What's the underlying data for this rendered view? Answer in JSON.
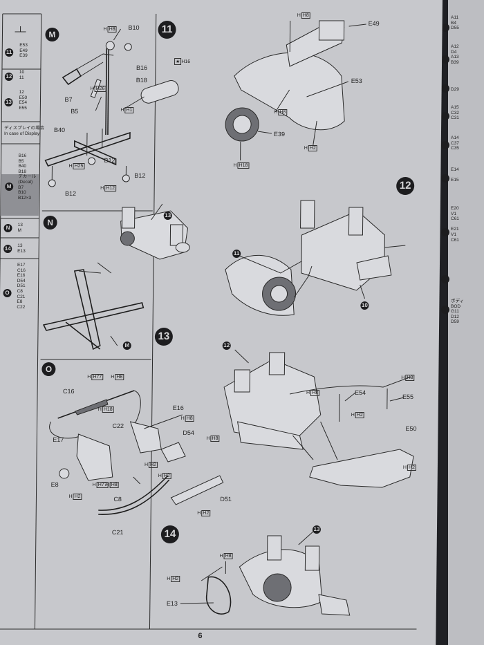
{
  "page_number": "6",
  "sidebar": {
    "rows": [
      {
        "step": "11",
        "parts": [
          "E53",
          "E49",
          "E39"
        ]
      },
      {
        "step": "12",
        "parts": [
          "10",
          "11"
        ]
      },
      {
        "step": "13",
        "parts": [
          "12",
          "E50",
          "E54",
          "E55"
        ]
      },
      {
        "display_title_jp": "ディスプレイの場合",
        "display_title_en": "In case of Display"
      },
      {
        "step": "M",
        "parts": [
          "B16",
          "B5",
          "B40",
          "B18",
          "デカール",
          "(Decal)",
          "B7",
          "B10",
          "B12×3"
        ]
      },
      {
        "step": "N",
        "parts": [
          "13",
          "M"
        ]
      },
      {
        "step": "14",
        "parts": [
          "13",
          "E13"
        ]
      },
      {
        "step": "O",
        "parts": [
          "E17",
          "C16",
          "E16",
          "D54",
          "D51",
          "C8",
          "C21",
          "E8",
          "C22"
        ]
      }
    ]
  },
  "right_page": {
    "rows": [
      {
        "parts": [
          "A11",
          "B4",
          "D55"
        ]
      },
      {
        "parts": [
          "A12",
          "D4",
          "A13",
          "B39"
        ]
      },
      {
        "parts": [
          "D29"
        ]
      },
      {
        "parts": [
          "A15",
          "C32",
          "C31"
        ]
      },
      {
        "parts": [
          "A14",
          "C37",
          "C35"
        ]
      },
      {
        "parts": [
          "E14",
          "E15"
        ]
      },
      {
        "parts": [
          "E20",
          "V1",
          "C61",
          "E21",
          "V1",
          "C61"
        ]
      },
      {
        "parts": []
      },
      {
        "parts": [
          "ボディ",
          "BOD",
          "G11",
          "D12",
          "D59"
        ]
      }
    ]
  },
  "steps": {
    "M": {
      "label": "M",
      "parts": [
        "B10",
        "H8",
        "B16",
        "B18",
        "B7",
        "B5",
        "H26",
        "H1",
        "B40",
        "H25",
        "B12",
        "B12",
        "B12",
        "H12",
        "H16"
      ]
    },
    "N": {
      "label": "N",
      "ref": "13",
      "ref2": "M"
    },
    "O": {
      "label": "O",
      "parts": [
        "H77",
        "H8",
        "C16",
        "H18",
        "C22",
        "E16",
        "H8",
        "E17",
        "D54",
        "H8",
        "E8",
        "H77",
        "H8",
        "H2",
        "H2",
        "C8",
        "H2",
        "D51",
        "C21",
        "H2"
      ]
    },
    "s11": {
      "label": "11",
      "parts": [
        "H8",
        "E49",
        "E53",
        "H8",
        "E39",
        "H2",
        "H18"
      ]
    },
    "s12": {
      "label": "12",
      "ref": "11",
      "ref2": "10"
    },
    "s13": {
      "label": "13",
      "ref": "12",
      "parts": [
        "H8",
        "H8",
        "E54",
        "E55",
        "H2",
        "E50",
        "H2"
      ]
    },
    "s14": {
      "label": "14",
      "ref": "13",
      "parts": [
        "H8",
        "H2",
        "E13"
      ]
    }
  }
}
